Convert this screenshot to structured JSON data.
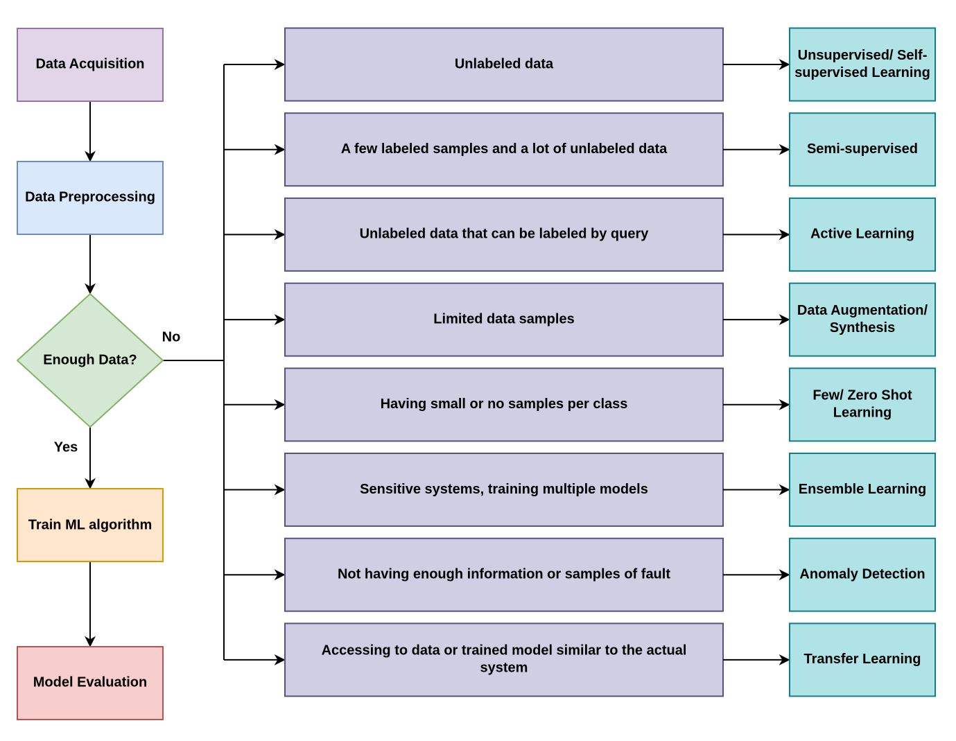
{
  "pipeline": {
    "acquisition": {
      "label": "Data Acquisition",
      "fill": "#e1d5e7",
      "stroke": "#9673a6"
    },
    "preprocessing": {
      "label": "Data Preprocessing",
      "fill": "#dae8fc",
      "stroke": "#6c8ebf"
    },
    "decision": {
      "label": "Enough Data?",
      "fill": "#d5e8d4",
      "stroke": "#82b366"
    },
    "train": {
      "label": "Train ML algorithm",
      "fill": "#ffe6cc",
      "stroke": "#d79b00"
    },
    "evaluation": {
      "label": "Model Evaluation",
      "fill": "#f8cecc",
      "stroke": "#b85450"
    },
    "no_label": "No",
    "yes_label": "Yes"
  },
  "colors": {
    "condition_fill": "#d0cee2",
    "condition_stroke": "#56517e",
    "method_fill": "#b0e3e6",
    "method_stroke": "#0e8088",
    "edge": "#000000"
  },
  "rows": [
    {
      "condition": [
        "Unlabeled data"
      ],
      "method": [
        "Unsupervised/ Self-",
        "supervised Learning"
      ]
    },
    {
      "condition": [
        "A few labeled samples and a lot of unlabeled data"
      ],
      "method": [
        "Semi-supervised"
      ]
    },
    {
      "condition": [
        "Unlabeled data that can be labeled by query"
      ],
      "method": [
        "Active Learning"
      ]
    },
    {
      "condition": [
        "Limited data samples"
      ],
      "method": [
        "Data Augmentation/",
        "Synthesis"
      ]
    },
    {
      "condition": [
        "Having small or no samples per class"
      ],
      "method": [
        "Few/ Zero Shot",
        "Learning"
      ]
    },
    {
      "condition": [
        "Sensitive systems, training multiple models"
      ],
      "method": [
        "Ensemble Learning"
      ]
    },
    {
      "condition": [
        "Not having enough information or samples of fault"
      ],
      "method": [
        "Anomaly Detection"
      ]
    },
    {
      "condition": [
        "Accessing to data or trained model similar to the actual",
        "system"
      ],
      "method": [
        "Transfer Learning"
      ]
    }
  ]
}
